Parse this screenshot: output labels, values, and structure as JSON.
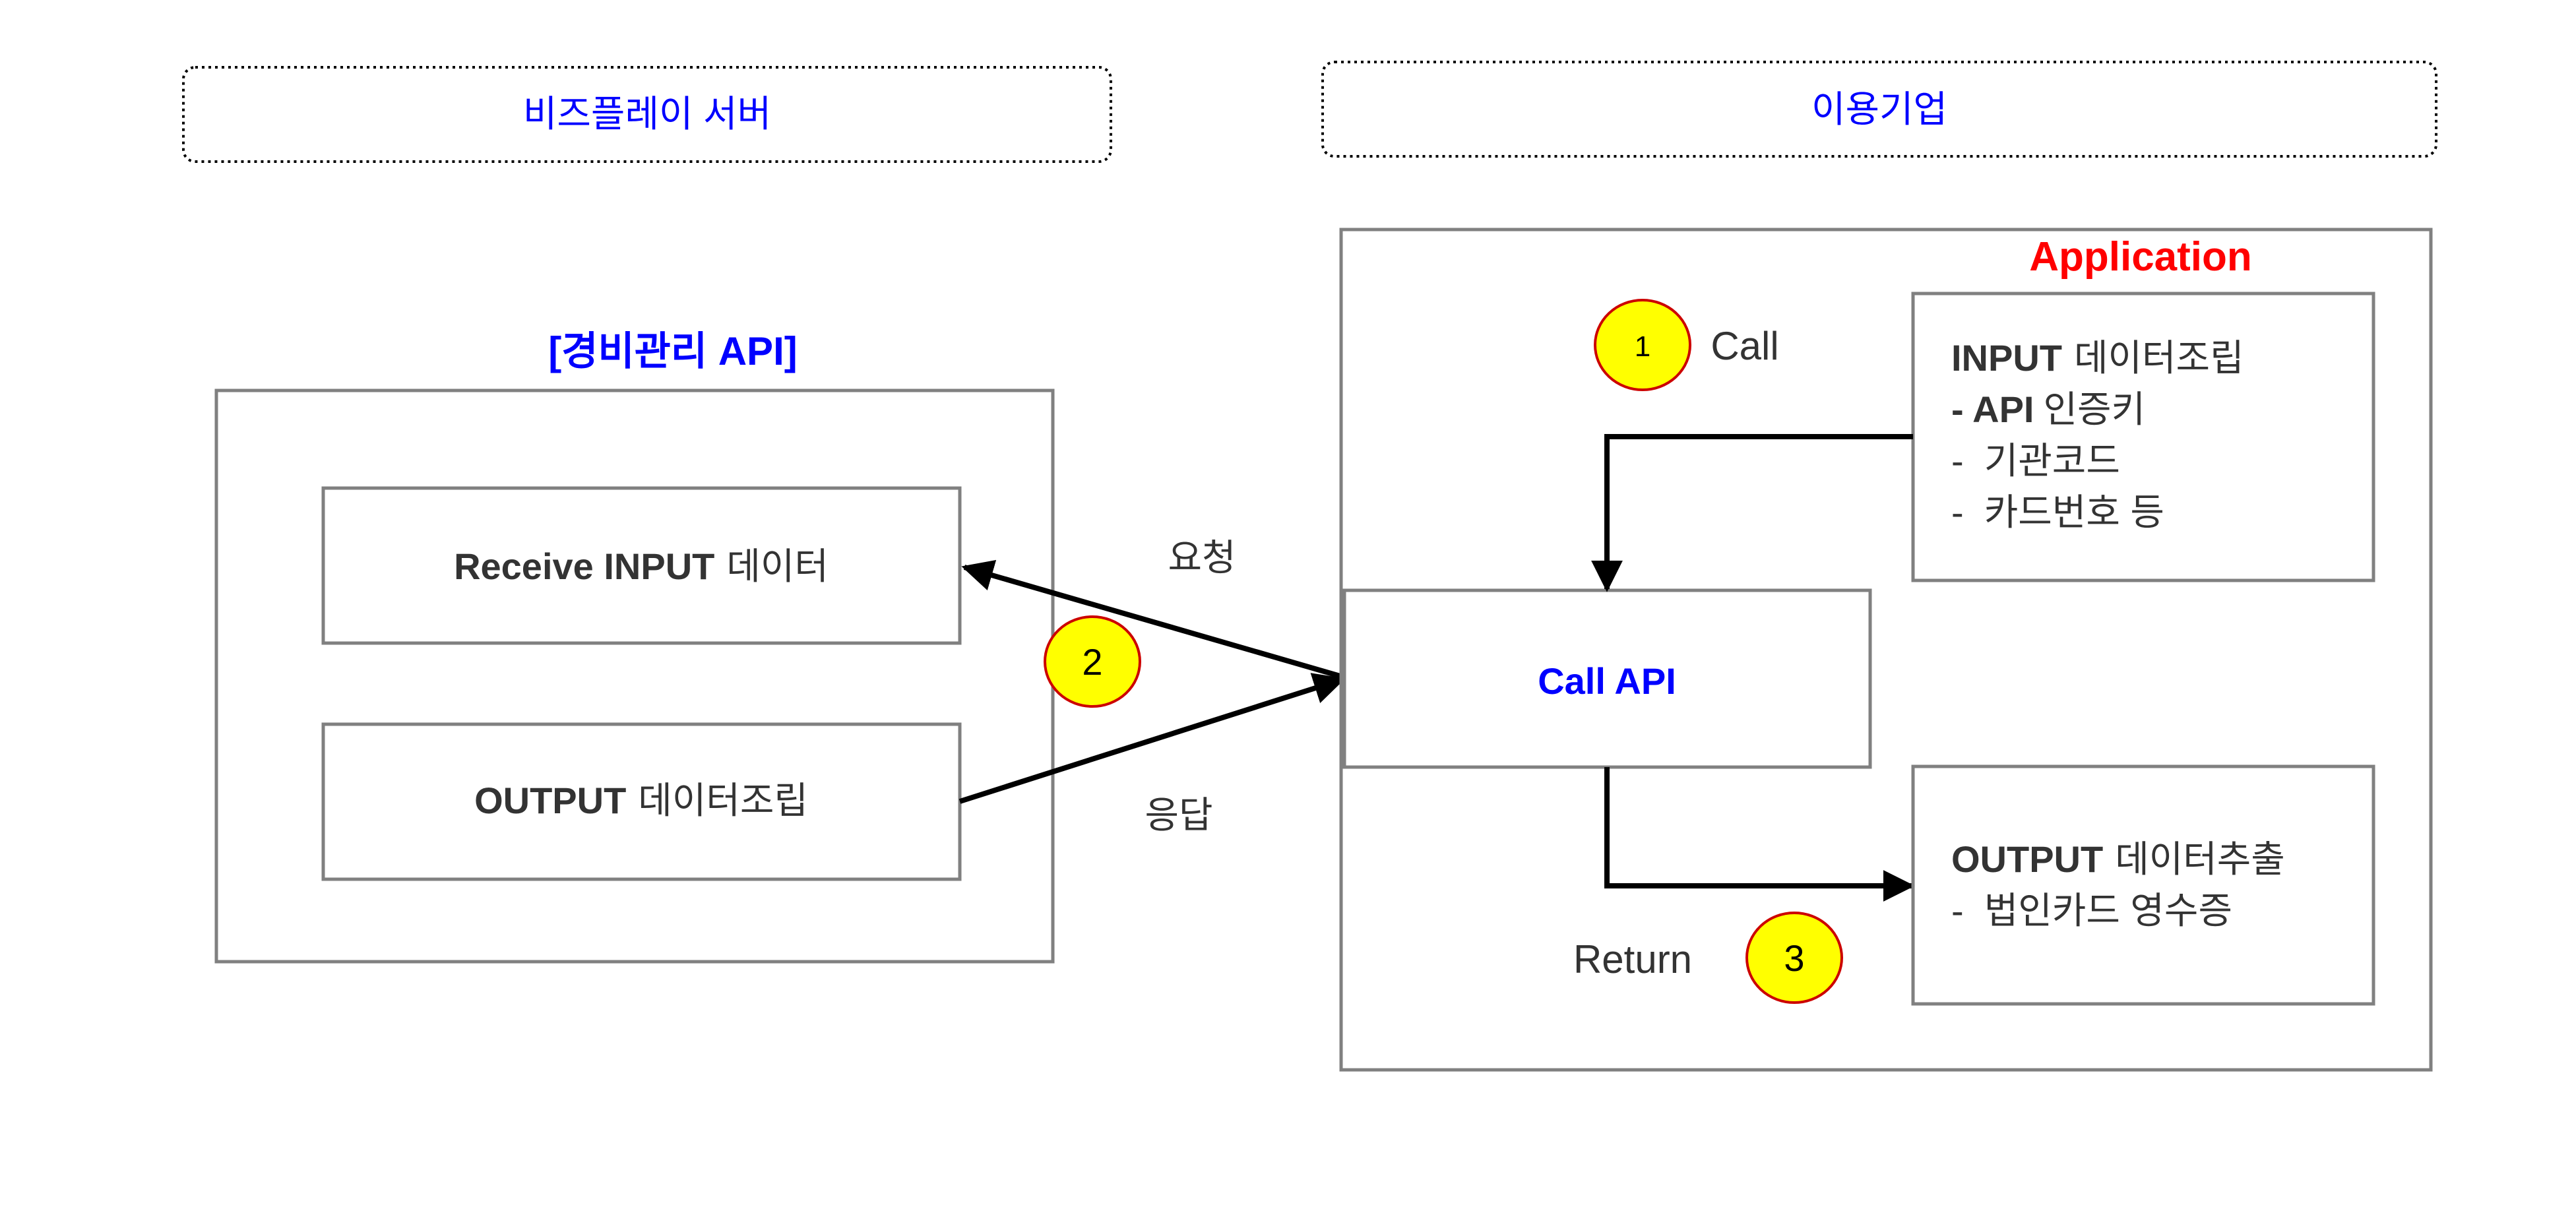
{
  "headers": {
    "left": "비즈플레이 서버",
    "right": "이용기업"
  },
  "server": {
    "title": "[경비관리 API]",
    "receive_box": {
      "strong": "Receive INPUT",
      "text": "데이터"
    },
    "output_box": {
      "strong": "OUTPUT",
      "text": "데이터조립"
    }
  },
  "exchange": {
    "request_label": "요청",
    "response_label": "응답",
    "step": "2"
  },
  "client": {
    "title": "Application",
    "call_label": "Call",
    "call_step": "1",
    "call_api": "Call API",
    "return_label": "Return",
    "return_step": "3",
    "input_box": {
      "strong": "INPUT",
      "text": "데이터조립",
      "line1_bold": "- API",
      "line1_text": "인증키",
      "line2": "-  기관코드",
      "line3": "-  카드번호 등"
    },
    "output_box": {
      "strong": "OUTPUT",
      "text": "데이터추출",
      "line1": "-  법인카드 영수증"
    }
  },
  "colors": {
    "blue": "#0000ff",
    "red": "#ff0000",
    "step_fill": "#ffff00",
    "step_stroke": "#cc0000",
    "box_stroke": "#808080",
    "text": "#333333"
  }
}
